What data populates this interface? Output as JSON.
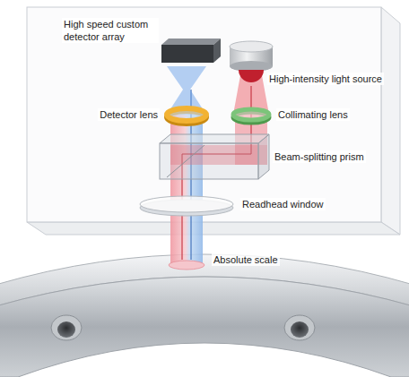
{
  "diagram": {
    "labels": [
      "High speed custom detector array",
      "High-intensity light source",
      "Detector lens",
      "Collimating lens",
      "Beam-splitting prism",
      "Readhead window",
      "Absolute scale"
    ]
  }
}
